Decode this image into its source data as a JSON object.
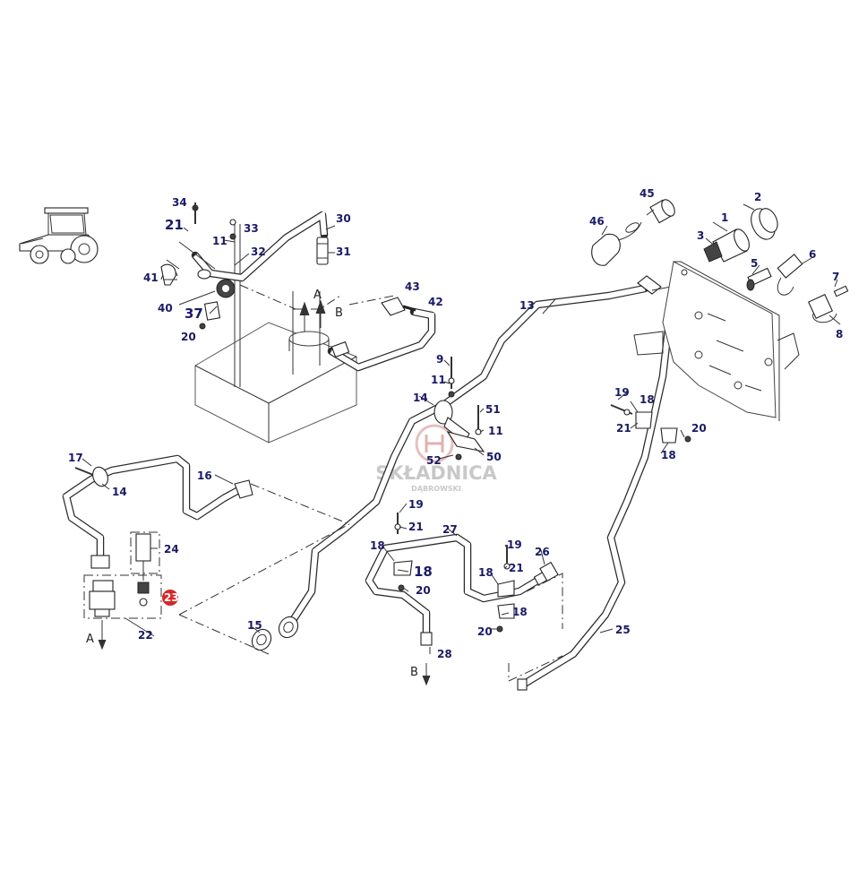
{
  "diagram": {
    "watermark": {
      "title": "SKŁADNICA",
      "subtitle": "DĄBROWSKI"
    },
    "callouts": {
      "c1": "1",
      "c2": "2",
      "c3": "3",
      "c5": "5",
      "c6": "6",
      "c7": "7",
      "c8": "8",
      "c9": "9",
      "c11a": "11",
      "c11b": "11",
      "c11c": "11",
      "c13": "13",
      "c14a": "14",
      "c14b": "14",
      "c15": "15",
      "c16": "16",
      "c17": "17",
      "c18a": "18",
      "c18b": "18",
      "c18c": "18",
      "c18d": "18",
      "c18e": "18",
      "c18f": "18",
      "c19a": "19",
      "c19b": "19",
      "c19c": "19",
      "c20a": "20",
      "c20b": "20",
      "c20c": "20",
      "c20d": "20",
      "c21a": "21",
      "c21b": "21",
      "c21c": "21",
      "c21d": "21",
      "c22": "22",
      "c23": "23",
      "c24": "24",
      "c25": "25",
      "c26": "26",
      "c27": "27",
      "c28": "28",
      "c30": "30",
      "c31": "31",
      "c32": "32",
      "c33": "33",
      "c34": "34",
      "c37": "37",
      "c40": "40",
      "c41": "41",
      "c42": "42",
      "c43": "43",
      "c45": "45",
      "c46": "46",
      "c50": "50",
      "c51": "51",
      "c52": "52"
    },
    "arrows": {
      "a1": "A",
      "a2": "B",
      "a3": "A",
      "a4": "B"
    },
    "highlight_color": "#d62828",
    "callout_color": "#1a1a66"
  }
}
